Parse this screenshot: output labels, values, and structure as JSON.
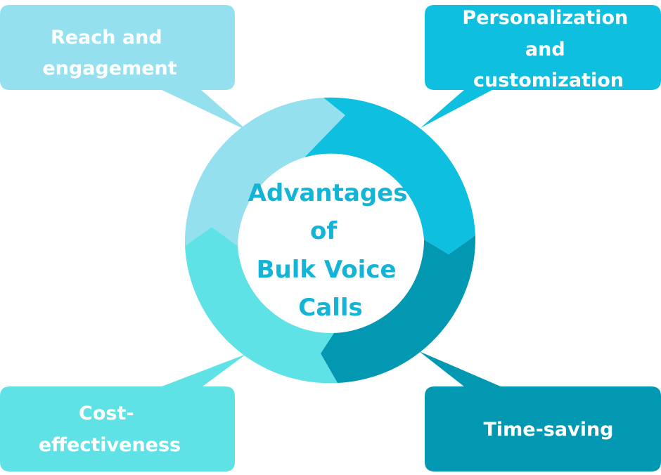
{
  "center": {
    "lines": [
      "Advantages",
      "of",
      "Bulk Voice",
      "Calls"
    ],
    "color": "#14b4d6"
  },
  "advantages": [
    {
      "lines": [
        "Reach and",
        "engagement"
      ],
      "color": "#94e0ef"
    },
    {
      "lines": [
        "Personalization",
        "and",
        "customization"
      ],
      "color": "#0ebfe0"
    },
    {
      "lines": [
        "Cost-",
        "effectiveness"
      ],
      "color": "#5fe2e5"
    },
    {
      "lines": [
        "Time-saving"
      ],
      "color": "#0298b2"
    }
  ]
}
